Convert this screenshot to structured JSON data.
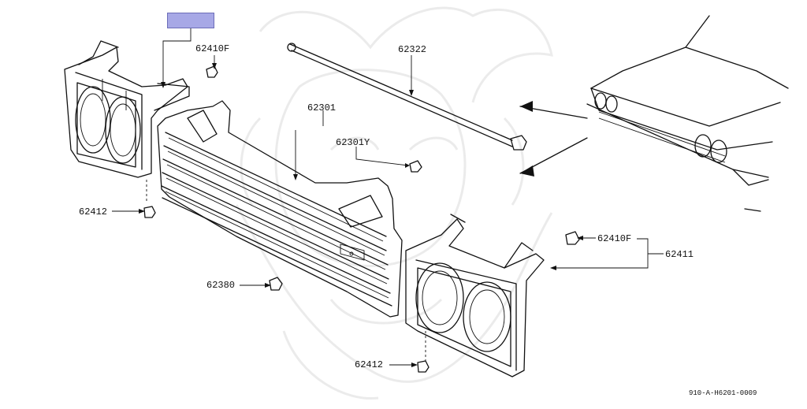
{
  "diagram": {
    "part_labels": {
      "clip_top_left": "62410F",
      "rod": "62322",
      "grille": "62301",
      "grille_sub": "62301Y",
      "nut_left": "62412",
      "clip_right": "62410F",
      "headlamp_frame": "62411",
      "grille_clip": "62380",
      "nut_right": "62412"
    },
    "reference_code": "910-A-H6201-0009",
    "highlight_color": "#a7a8e6"
  }
}
